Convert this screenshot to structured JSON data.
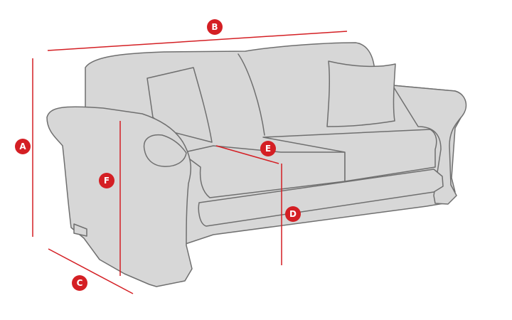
{
  "markers": {
    "a": "A",
    "b": "B",
    "c": "C",
    "d": "D",
    "e": "E",
    "f": "F"
  },
  "colors": {
    "dimension": "#d41f24",
    "sofa_fill": "#d7d7d7",
    "sofa_outline": "#6f6f6f"
  }
}
